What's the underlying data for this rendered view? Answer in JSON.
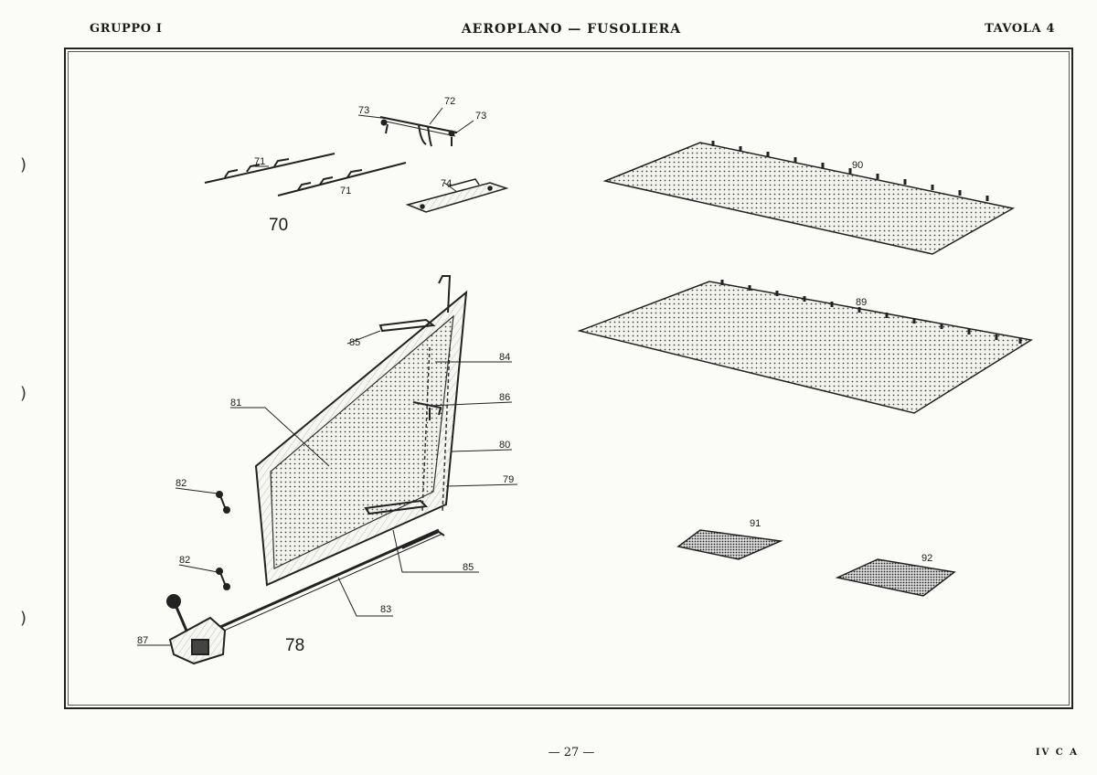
{
  "header": {
    "left": "GRUPPO I",
    "center": "AEROPLANO — FUSOLIERA",
    "right": "TAVOLA 4"
  },
  "footer": {
    "page_number": "— 27 —",
    "code": "IV C A"
  },
  "labels": {
    "l70": "70",
    "l71a": "71",
    "l71b": "71",
    "l72": "72",
    "l73a": "73",
    "l73b": "73",
    "l74": "74",
    "l78": "78",
    "l79": "79",
    "l80": "80",
    "l81": "81",
    "l82a": "82",
    "l82b": "82",
    "l83": "83",
    "l84": "84",
    "l85a": "85",
    "l85b": "85",
    "l86": "86",
    "l87": "87",
    "l89": "89",
    "l90": "90",
    "l91": "91",
    "l92": "92"
  },
  "binder_marks": [
    ")",
    ")",
    ")"
  ]
}
